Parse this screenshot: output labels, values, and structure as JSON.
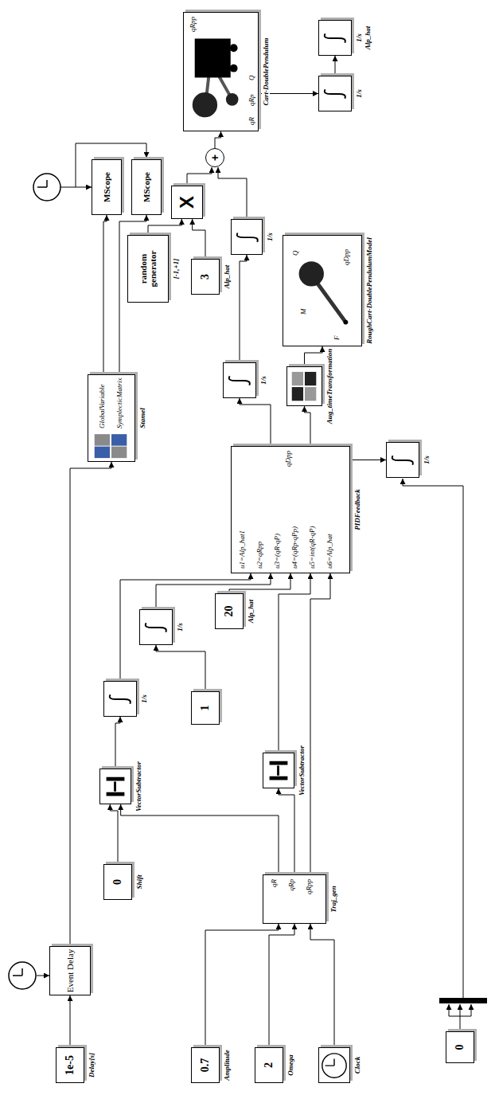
{
  "diagram": {
    "nodes": [
      {
        "text": [
          "1e-5",
          "Delay[s]"
        ]
      },
      {
        "text": [
          "Event Delay"
        ]
      },
      {
        "text": [
          "0.7",
          "Amplitude"
        ]
      },
      {
        "text": [
          "2",
          "Omega"
        ]
      },
      {
        "text": [
          "Clock"
        ]
      },
      {
        "text": [
          "qR",
          "qRp",
          "qRpp",
          "Traj_gen"
        ]
      },
      {
        "text": [
          "0",
          "Shift"
        ]
      },
      {
        "text": [
          "VectorSubtractor"
        ]
      },
      {
        "text": [
          "VectorSubtractor"
        ]
      },
      {
        "text": [
          "1/s"
        ]
      },
      {
        "text": [
          "1"
        ]
      },
      {
        "text": [
          "1/s"
        ]
      },
      {
        "text": [
          "20",
          "Alp_hat"
        ]
      },
      {
        "text": [
          "u1=Alp_hat1",
          "u2=qRpp",
          "u3=(qR-qP)",
          "u4=(qRp-qPp)",
          "u5=int(qR-qP)",
          "u6=Alp_hat",
          "qDpp",
          "PIDFeedback"
        ]
      },
      {
        "text": [
          "1/s"
        ]
      },
      {
        "text": [
          "GlobalVariable",
          "SymplecticMatrix",
          "Stamel"
        ]
      },
      {
        "text": [
          "1/s"
        ]
      },
      {
        "text": [
          "Aug_timeTransformation"
        ]
      },
      {
        "text": [
          "F",
          "M",
          "Q",
          "qDpp",
          "RoughCart-DoublePendulumModel"
        ]
      },
      {
        "text": [
          "1/s"
        ]
      },
      {
        "text": [
          "MScope"
        ]
      },
      {
        "text": [
          "MScope"
        ]
      },
      {
        "text": [
          "qR",
          "qRp",
          "Q",
          "qRpp",
          "Cart-DoublePendulum"
        ]
      },
      {
        "text": [
          "+"
        ]
      },
      {
        "text": [
          "X"
        ]
      },
      {
        "text": [
          "random generator",
          "[-1,+1]"
        ]
      },
      {
        "text": [
          "3",
          "Alp_hat"
        ]
      },
      {
        "text": [
          "1/s"
        ]
      },
      {
        "text": [
          "1/s",
          "Alp_hat"
        ]
      },
      {
        "text": [
          "0"
        ]
      }
    ],
    "edges": [
      {
        "from": 0,
        "to": 1,
        "arrow": "to"
      },
      {
        "from": 2,
        "to": 5,
        "arrow": "to"
      },
      {
        "from": 3,
        "to": 5,
        "arrow": "to"
      },
      {
        "from": 4,
        "to": 5,
        "arrow": "to"
      },
      {
        "from": 5,
        "to": 7,
        "arrow": "to"
      },
      {
        "from": 5,
        "to": 8,
        "arrow": "to"
      },
      {
        "from": 5,
        "to": 13,
        "arrow": "to"
      },
      {
        "from": 6,
        "to": 7,
        "arrow": "to"
      },
      {
        "from": 7,
        "to": 9,
        "arrow": "to"
      },
      {
        "from": 10,
        "to": 11,
        "arrow": "to"
      },
      {
        "from": 9,
        "to": 13,
        "arrow": "to"
      },
      {
        "from": 11,
        "to": 13,
        "arrow": "to"
      },
      {
        "from": 12,
        "to": 13,
        "arrow": "to"
      },
      {
        "from": 8,
        "to": 13,
        "arrow": "to"
      },
      {
        "from": 13,
        "to": 16,
        "arrow": "to"
      },
      {
        "from": 13,
        "to": 17,
        "arrow": "to"
      },
      {
        "from": 13,
        "to": 14,
        "arrow": "to"
      },
      {
        "from": 17,
        "to": 18,
        "arrow": "to"
      },
      {
        "from": 16,
        "to": 19,
        "arrow": "to"
      },
      {
        "from": 19,
        "to": 23,
        "arrow": "to"
      },
      {
        "from": 1,
        "to": 15,
        "arrow": "to"
      },
      {
        "from": 15,
        "to": 20,
        "arrow": "to"
      },
      {
        "from": 15,
        "to": 21,
        "arrow": "to"
      },
      {
        "from": 25,
        "to": 24,
        "arrow": "to"
      },
      {
        "from": 26,
        "to": 24,
        "arrow": "to"
      },
      {
        "from": 24,
        "to": 23,
        "arrow": "to"
      },
      {
        "from": 23,
        "to": 22,
        "arrow": "to"
      },
      {
        "from": 22,
        "to": 27,
        "arrow": "to"
      },
      {
        "from": 27,
        "to": 28,
        "arrow": "to"
      }
    ]
  }
}
